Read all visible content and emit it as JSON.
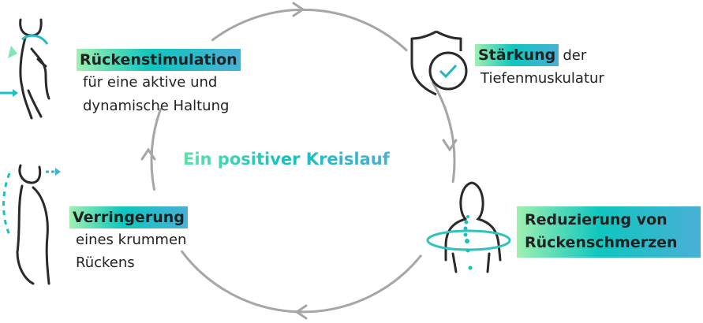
{
  "center_label": "Ein positiver Kreislauf",
  "steps": [
    {
      "highlight": "Rückenstimulation",
      "line1": "für eine aktive und",
      "line2": "dynamische Haltung",
      "icon": "posture-stimulation-icon"
    },
    {
      "highlight": "Stärkung",
      "rest": "der",
      "line2": "Tiefenmuskulatur",
      "icon": "shield-check-icon"
    },
    {
      "highlight1": "Reduzierung von",
      "highlight2": "Rückenschmerzen",
      "icon": "back-spine-icon"
    },
    {
      "highlight": "Verringerung",
      "line1": "eines krummen",
      "line2": "Rückens",
      "icon": "curved-back-icon"
    }
  ],
  "colors": {
    "arc": "#a6a6a6",
    "accent": "#10c3c0",
    "text": "#222222"
  }
}
